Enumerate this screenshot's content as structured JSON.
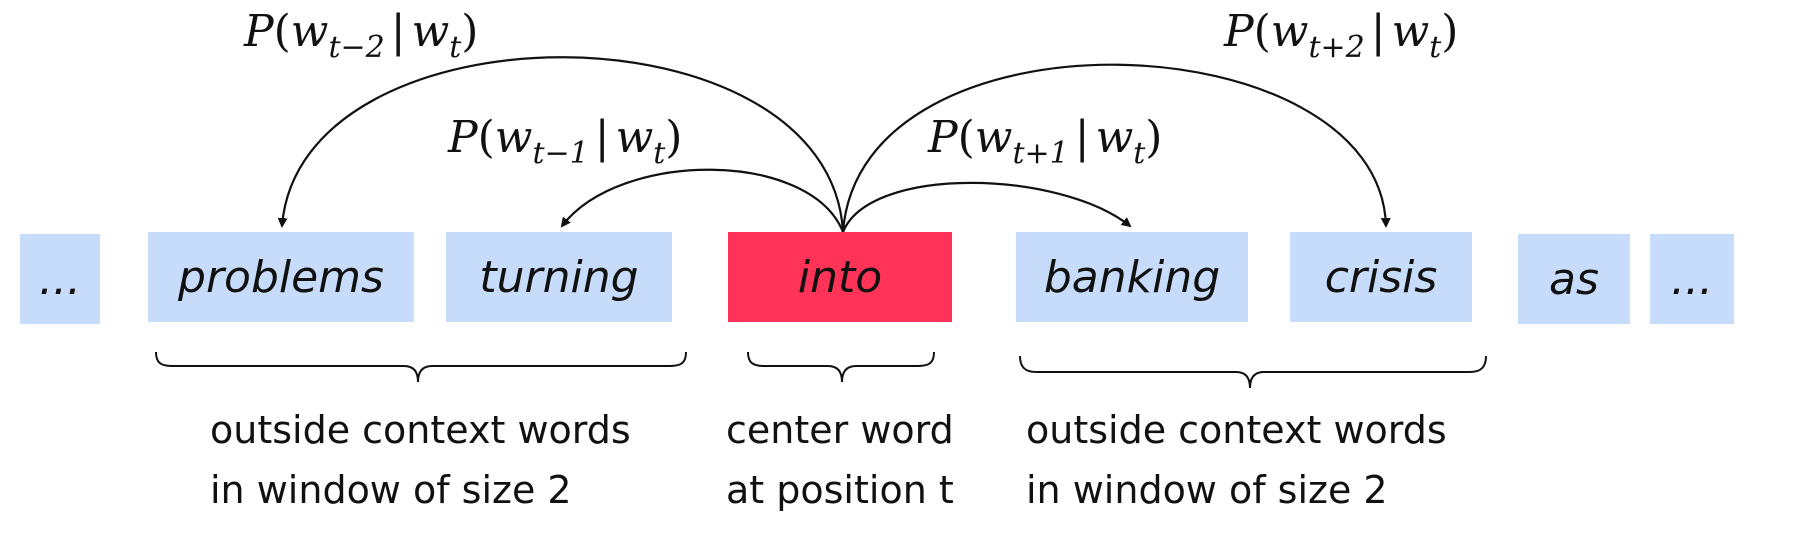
{
  "colors": {
    "word_fill": "#c6dcfa",
    "center_fill": "#ff3358",
    "stroke": "#111111"
  },
  "words": [
    {
      "text": "..."
    },
    {
      "text": "problems"
    },
    {
      "text": "turning"
    },
    {
      "text": "into"
    },
    {
      "text": "banking"
    },
    {
      "text": "crisis"
    },
    {
      "text": "as"
    },
    {
      "text": "..."
    }
  ],
  "probabilities": {
    "t_minus_2": {
      "func": "P",
      "w": "w",
      "sub": "t−2",
      "given_w": "w",
      "given_sub": "t"
    },
    "t_minus_1": {
      "func": "P",
      "w": "w",
      "sub": "t−1",
      "given_w": "w",
      "given_sub": "t"
    },
    "t_plus_1": {
      "func": "P",
      "w": "w",
      "sub": "t+1",
      "given_w": "w",
      "given_sub": "t"
    },
    "t_plus_2": {
      "func": "P",
      "w": "w",
      "sub": "t+2",
      "given_w": "w",
      "given_sub": "t"
    }
  },
  "captions": {
    "left": {
      "line1": "outside context words",
      "line2": "in window of size 2"
    },
    "center": {
      "line1": "center word",
      "line2": "at position t"
    },
    "right": {
      "line1": "outside context words",
      "line2": "in window of size 2"
    }
  }
}
